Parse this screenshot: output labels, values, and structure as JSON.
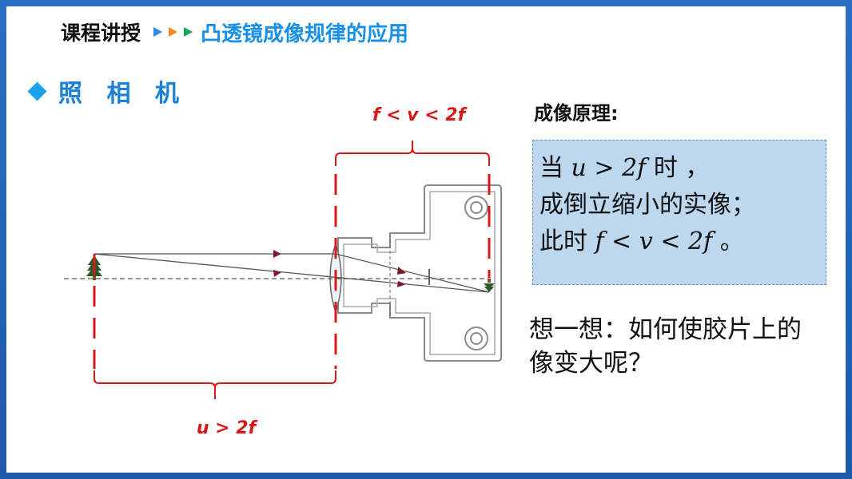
{
  "header": {
    "lesson_title": "课程讲授",
    "topic_title": "凸透镜成像规律的应用"
  },
  "section": {
    "title": "照 相 机"
  },
  "diagram": {
    "image_distance_label": "f < v < 2f",
    "object_distance_label": "u > 2f"
  },
  "principle": {
    "label": "成像原理:",
    "line1_prefix": "当",
    "line1_math": "u > 2f",
    "line1_suffix": "时 ，",
    "line2": "成倒立缩小的实像；",
    "line3_prefix": "此时",
    "line3_math": "f < v < 2f",
    "line3_suffix": "。"
  },
  "question": {
    "text": "想一想：如何使胶片上的像变大呢？"
  },
  "colors": {
    "frame": "#1f5fb0",
    "accent_blue": "#1690e8",
    "red": "#d81818",
    "box_fill": "#bdd7ee"
  }
}
